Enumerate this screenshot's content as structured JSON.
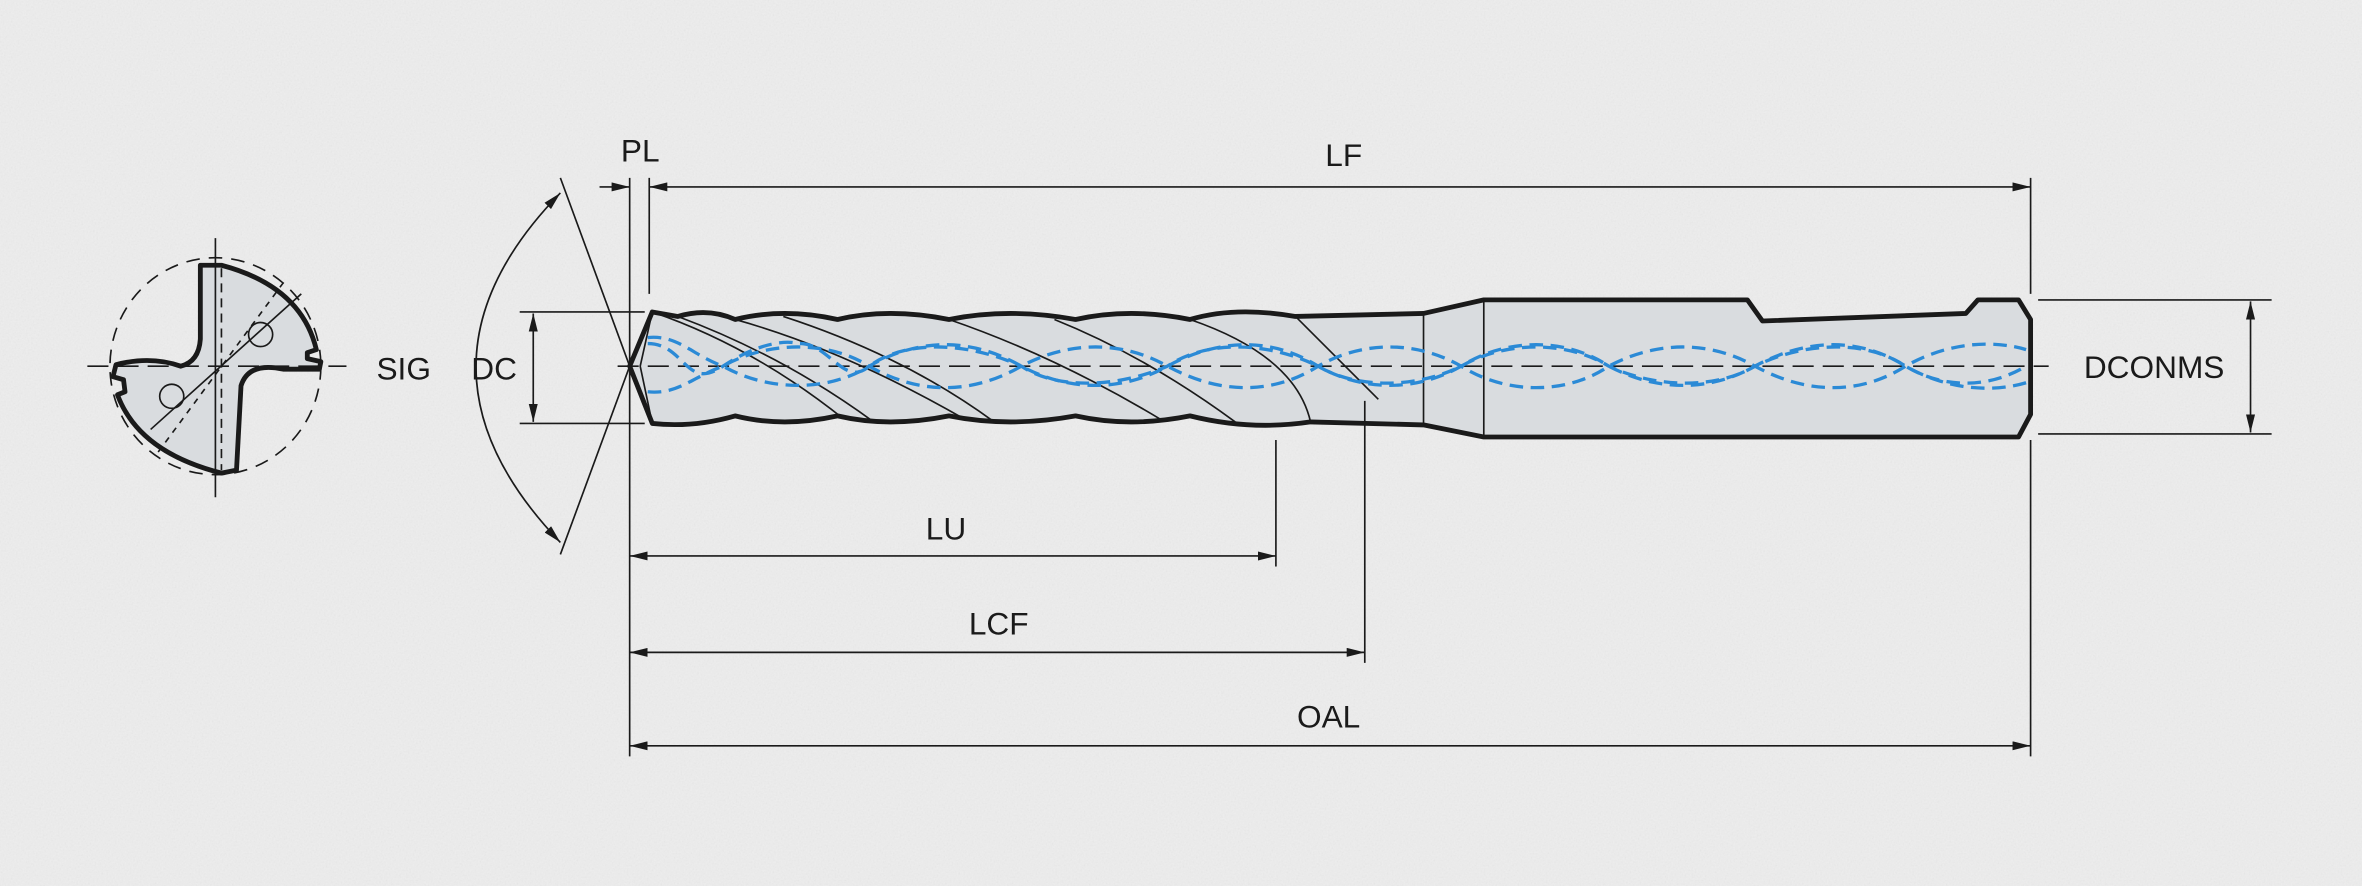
{
  "diagram": {
    "title": "Drill dimension diagram",
    "labels": {
      "pl": "PL",
      "lf": "LF",
      "sig": "SIG",
      "dc": "DC",
      "dconms": "DCONMS",
      "lu": "LU",
      "lcf": "LCF",
      "oal": "OAL"
    },
    "colors": {
      "background": "#ededed",
      "body_fill": "#d9dcdf",
      "outline": "#1a1a1a",
      "coolant": "#2b8ad6"
    }
  }
}
